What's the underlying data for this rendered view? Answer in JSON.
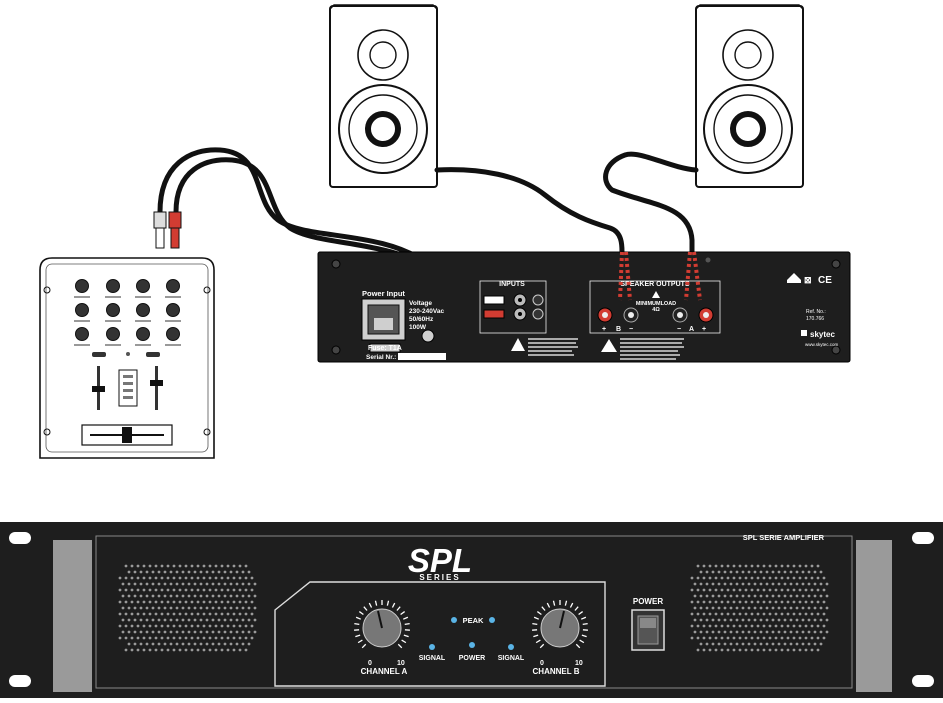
{
  "rear_panel": {
    "power_input": "Power Input",
    "voltage": "Voltage",
    "voltage_value": "230-240Vac",
    "frequency": "50/60Hz",
    "power": "100W",
    "fuse": "Fuse: T1A",
    "serial": "Serial Nr.:",
    "inputs": "INPUTS",
    "speaker_outputs": "SPEAKER OUTPUTS",
    "minimum_load": "MINIMUMLOAD",
    "ohms": "4Ω",
    "terminal_b_plus": "+",
    "terminal_b": "B",
    "terminal_b_minus": "−",
    "terminal_a_minus": "−",
    "terminal_a": "A",
    "terminal_a_plus": "+",
    "ref_no": "Ref. No.:",
    "ref_value": "170.766",
    "brand": "skytec",
    "brand_url": "www.skytec.com"
  },
  "front_panel": {
    "series_label": "SPL SERIE AMPLIFIER",
    "logo_main": "SPL",
    "logo_sub": "SERIES",
    "peak": "PEAK",
    "signal_left": "SIGNAL",
    "power_led": "POWER",
    "signal_right": "SIGNAL",
    "channel_a": "CHANNEL A",
    "channel_b": "CHANNEL B",
    "knob_min": "0",
    "knob_max": "10",
    "power_switch": "POWER"
  },
  "colors": {
    "panel": "#1e1e1e",
    "led": "#5ab4e6",
    "cable": "#111111",
    "red": "#d23c32"
  }
}
